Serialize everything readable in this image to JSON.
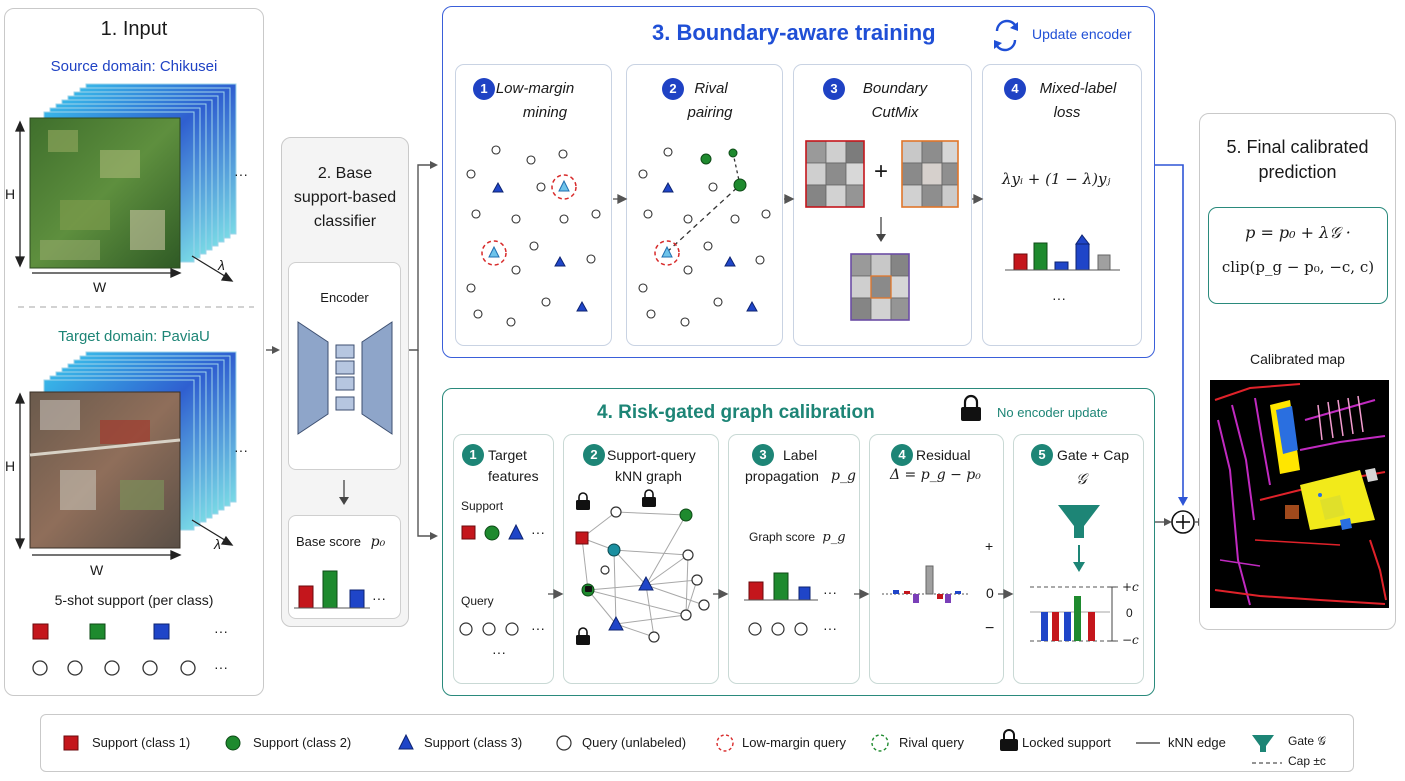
{
  "input": {
    "title": "1. Input",
    "source_label": "Source domain: Chikusei",
    "target_label": "Target domain: PaviaU",
    "axis_h": "H",
    "axis_w": "W",
    "axis_lambda": "λ",
    "dots": "···",
    "support_label": "5-shot support (per class)"
  },
  "base": {
    "title_line1": "2. Base",
    "title_line2": "support-based",
    "title_line3": "classifier",
    "encoder_label": "Encoder",
    "score_label": "Base score",
    "score_symbol": "p₀",
    "dots": "···"
  },
  "boundary": {
    "title": "3. Boundary-aware training",
    "update_label": "Update encoder",
    "steps": [
      {
        "num": "1",
        "line1": "Low-margin",
        "line2": "mining"
      },
      {
        "num": "2",
        "line1": "Rival",
        "line2": "pairing"
      },
      {
        "num": "3",
        "line1": "Boundary",
        "line2": "CutMix"
      },
      {
        "num": "4",
        "line1": "Mixed-label",
        "line2": "loss"
      }
    ],
    "plus": "+",
    "mix_formula": "λyᵢ + (1 − λ)yⱼ",
    "dots": "···"
  },
  "graph": {
    "title": "4. Risk-gated graph calibration",
    "lock_label": "No encoder update",
    "steps": [
      {
        "num": "1",
        "line1": "Target",
        "line2": "features"
      },
      {
        "num": "2",
        "line1": "Support-query",
        "line2": "kNN graph"
      },
      {
        "num": "3",
        "line1": "Label",
        "line2": "propagation"
      },
      {
        "num": "4",
        "line1": "Residual",
        "line2": "Δ = p_g − p₀"
      },
      {
        "num": "5",
        "line1": "Gate + Cap",
        "line2": "𝒢"
      }
    ],
    "support_label": "Support",
    "query_label": "Query",
    "pg_symbol": "p_g",
    "graph_score_label": "Graph score",
    "plus_sign": "+",
    "zero": "0",
    "minus_sign": "−",
    "cap_plus": "+c",
    "cap_zero": "0",
    "cap_minus": "−c",
    "dots": "···"
  },
  "final": {
    "title_line1": "5. Final calibrated",
    "title_line2": "prediction",
    "formula_line1": "p = p₀ + λ𝒢 ·",
    "formula_line2": "clip(p_g − p₀, −c, c)",
    "map_label": "Calibrated map"
  },
  "legend": {
    "items": [
      {
        "label": "Support (class 1)"
      },
      {
        "label": "Support (class 2)"
      },
      {
        "label": "Support (class 3)"
      },
      {
        "label": "Query (unlabeled)"
      },
      {
        "label": "Low-margin query"
      },
      {
        "label": "Rival query"
      },
      {
        "label": "Locked support"
      },
      {
        "label": "kNN edge"
      },
      {
        "label": "Gate 𝒢"
      },
      {
        "label": "Cap ±c"
      }
    ]
  },
  "colors": {
    "class1": "#c4161c",
    "class2": "#1e8a2e",
    "class3": "#1f45c8",
    "accent_blue": "#1f4fd6",
    "accent_teal": "#1d8576",
    "gray_bar": "#a0a0a0",
    "purple_bar": "#7a3fb8"
  }
}
